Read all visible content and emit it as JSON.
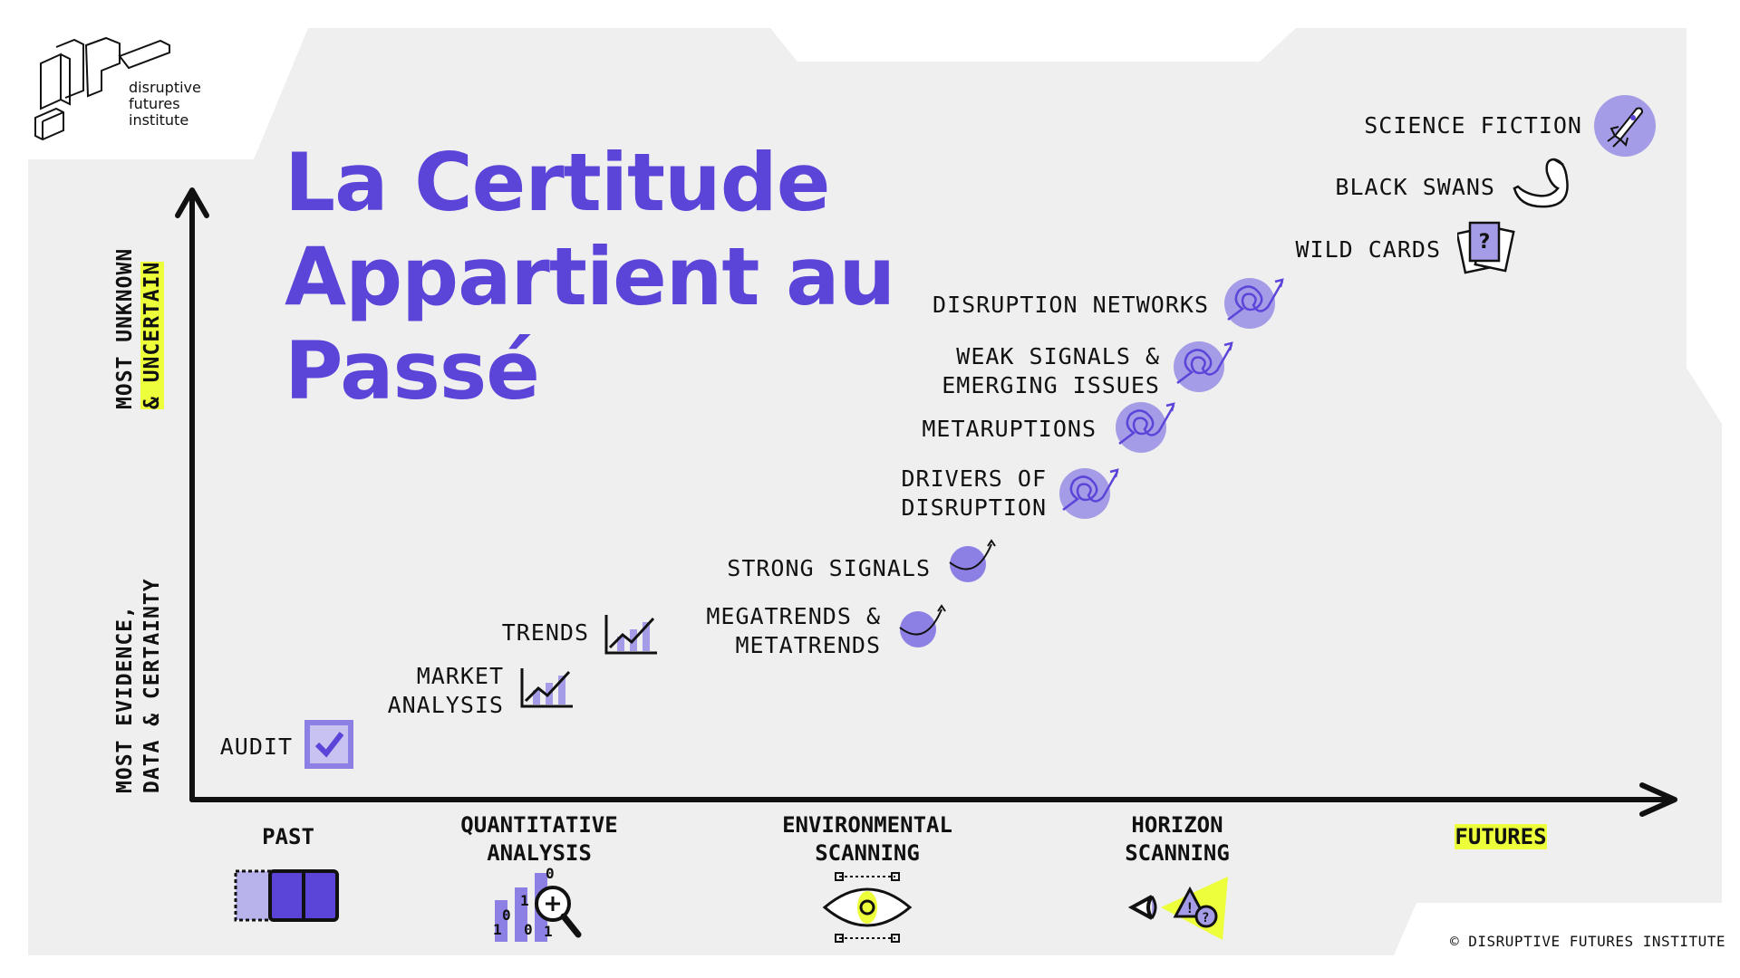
{
  "brand": {
    "logo_text": [
      "disruptive",
      "futures",
      "institute"
    ],
    "copyright": "© DISRUPTIVE FUTURES INSTITUTE"
  },
  "title": [
    "La Certitude",
    "Appartient au",
    "Passé"
  ],
  "y_axis": {
    "top_label": [
      "MOST UNKNOWN",
      "& UNCERTAIN"
    ],
    "bottom_label": [
      "MOST EVIDENCE,",
      "DATA & CERTAINTY"
    ]
  },
  "x_axis": {
    "stages": [
      {
        "label": [
          "PAST"
        ],
        "icon": "calendar-past-icon"
      },
      {
        "label": [
          "QUANTITATIVE",
          "ANALYSIS"
        ],
        "icon": "magnifier-data-icon"
      },
      {
        "label": [
          "ENVIRONMENTAL",
          "SCANNING"
        ],
        "icon": "eye-icon"
      },
      {
        "label": [
          "HORIZON",
          "SCANNING"
        ],
        "icon": "horizon-warning-icon"
      },
      {
        "label": [
          "FUTURES"
        ],
        "icon": ""
      }
    ]
  },
  "items": [
    {
      "label": [
        "AUDIT"
      ],
      "icon": "checkbox-icon"
    },
    {
      "label": [
        "MARKET",
        "ANALYSIS"
      ],
      "icon": "bar-chart-icon"
    },
    {
      "label": [
        "TRENDS"
      ],
      "icon": "bar-chart-icon"
    },
    {
      "label": [
        "MEGATRENDS &",
        "METATRENDS"
      ],
      "icon": "curve-arrow-icon"
    },
    {
      "label": [
        "STRONG SIGNALS"
      ],
      "icon": "curve-arrow-icon"
    },
    {
      "label": [
        "DRIVERS OF",
        "DISRUPTION"
      ],
      "icon": "scribble-arrow-icon"
    },
    {
      "label": [
        "METARUPTIONS"
      ],
      "icon": "scribble-arrow-icon"
    },
    {
      "label": [
        "WEAK SIGNALS &",
        "EMERGING ISSUES"
      ],
      "icon": "scribble-arrow-icon"
    },
    {
      "label": [
        "DISRUPTION NETWORKS"
      ],
      "icon": "scribble-arrow-icon"
    },
    {
      "label": [
        "WILD CARDS"
      ],
      "icon": "cards-icon"
    },
    {
      "label": [
        "BLACK SWANS"
      ],
      "icon": "swan-icon"
    },
    {
      "label": [
        "SCIENCE FICTION"
      ],
      "icon": "rocket-icon"
    }
  ],
  "colors": {
    "purple": "#5b45d9",
    "light_purple": "#a49ce6",
    "yellow": "#ecff3a",
    "panel": "#efefef"
  }
}
